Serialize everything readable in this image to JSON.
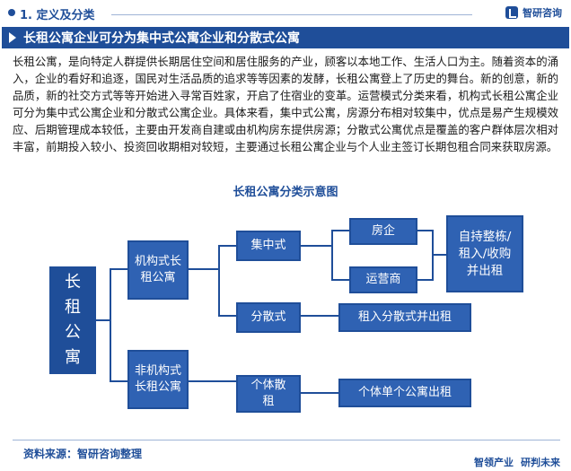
{
  "header": {
    "section_title": "1. 定义及分类",
    "brand_name": "智研咨询"
  },
  "title_bar": {
    "title": "长租公寓企业可分为集中式公寓企业和分散式公寓"
  },
  "body": {
    "paragraph": "长租公寓，是向特定人群提供长期居住空间和居住服务的产业，顾客以本地工作、生活人口为主。随着资本的涌入，企业的看好和追逐，国民对生活品质的追求等等因素的发酵，长租公寓登上了历史的舞台。新的创意，新的品质，新的社交方式等等开始进入寻常百姓家，开启了住宿业的变革。运营模式分类来看，机构式长租公寓企业可分为集中式公寓企业和分散式公寓企业。具体来看，集中式公寓，房源分布相对较集中，优点是易产生规模效应、后期管理成本较低，主要由开发商自建或由机构房东提供房源；分散式公寓优点是覆盖的客户群体层次相对丰富，前期投入较小、投资回收期相对较短，主要通过长租公寓企业与个人业主签订长期包租合同来获取房源。"
  },
  "diagram": {
    "title": "长租公寓分类示意图",
    "root": "长租公寓",
    "institutional": "机构式长租公寓",
    "non_institutional": "非机构式长租公寓",
    "centralized": "集中式",
    "developer": "房企",
    "operator": "运营商",
    "centralized_result": "自持整栋/租入/收购并出租",
    "decentralized": "分散式",
    "decentralized_result": "租入分散式并出租",
    "individual": "个体散租",
    "individual_result": "个体单个公寓出租"
  },
  "footer": {
    "source": "资料来源：智研咨询整理",
    "brand_left": "智领产业",
    "brand_right": "研判未来"
  },
  "colors": {
    "primary": "#1f4e99",
    "box_light": "#2f62b3"
  }
}
